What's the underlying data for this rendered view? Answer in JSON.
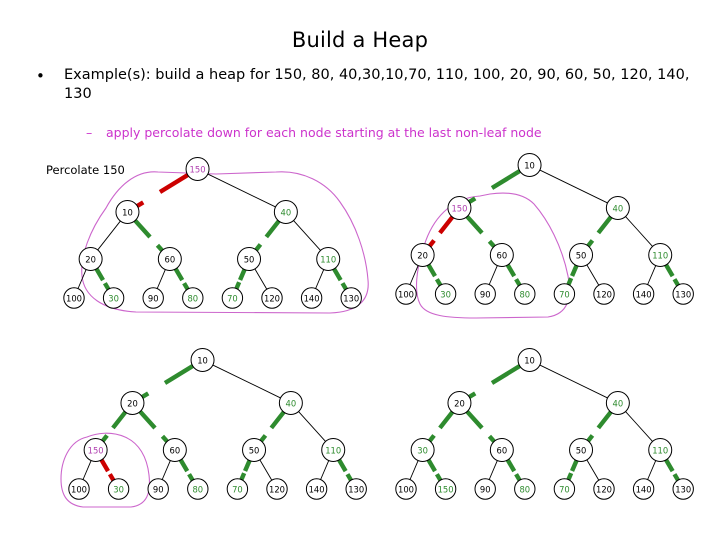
{
  "slide": {
    "title": "Build a Heap",
    "bullet_marker": "•",
    "bullet_text": "Example(s): build a heap for 150, 80, 40,30,10,70, 110, 100, 20, 90, 60, 50, 120, 140, 130",
    "sub_marker": "–",
    "sub_text": "apply percolate down for each node starting at the last non-leaf node",
    "input_sequence": [
      150,
      80,
      40,
      30,
      10,
      70,
      110,
      100,
      20,
      90,
      60,
      50,
      120,
      140,
      130
    ]
  },
  "colors": {
    "heading": "#000000",
    "accent_purple": "#cc33cc",
    "lasso_purple": "#CC66CC",
    "node_purple_text": "#B040B0",
    "node_green_text": "#2E8B2E",
    "edge_green": "#2E8B2E",
    "edge_red": "#CC0000",
    "edge_black": "#000000",
    "node_fill": "#FFFFFF"
  },
  "trees": [
    {
      "id": "tree-top-left",
      "caption": "Percolate 150",
      "has_lasso": true,
      "lasso_scope": "whole-tree",
      "nodes": [
        {
          "label": "150",
          "color": "purple",
          "level": 0,
          "index": 0
        },
        {
          "label": "10",
          "color": "black",
          "level": 1,
          "index": 0
        },
        {
          "label": "40",
          "color": "green",
          "level": 1,
          "index": 1
        },
        {
          "label": "20",
          "color": "black",
          "level": 2,
          "index": 0
        },
        {
          "label": "60",
          "color": "black",
          "level": 2,
          "index": 1
        },
        {
          "label": "50",
          "color": "black",
          "level": 2,
          "index": 2
        },
        {
          "label": "110",
          "color": "green",
          "level": 2,
          "index": 3
        },
        {
          "label": "100",
          "color": "black",
          "level": 3,
          "index": 0
        },
        {
          "label": "30",
          "color": "green",
          "level": 3,
          "index": 1
        },
        {
          "label": "90",
          "color": "black",
          "level": 3,
          "index": 2
        },
        {
          "label": "80",
          "color": "green",
          "level": 3,
          "index": 3
        },
        {
          "label": "70",
          "color": "green",
          "level": 3,
          "index": 4
        },
        {
          "label": "120",
          "color": "black",
          "level": 3,
          "index": 5
        },
        {
          "label": "140",
          "color": "black",
          "level": 3,
          "index": 6
        },
        {
          "label": "130",
          "color": "black",
          "level": 3,
          "index": 7
        }
      ],
      "edges": [
        {
          "from": "150",
          "to": "10",
          "style": "red"
        },
        {
          "from": "150",
          "to": "40",
          "style": "black"
        },
        {
          "from": "10",
          "to": "20",
          "style": "black"
        },
        {
          "from": "10",
          "to": "60",
          "style": "green"
        },
        {
          "from": "40",
          "to": "50",
          "style": "green"
        },
        {
          "from": "40",
          "to": "110",
          "style": "black"
        },
        {
          "from": "20",
          "to": "100",
          "style": "black"
        },
        {
          "from": "20",
          "to": "30",
          "style": "green"
        },
        {
          "from": "60",
          "to": "90",
          "style": "black"
        },
        {
          "from": "60",
          "to": "80",
          "style": "green"
        },
        {
          "from": "50",
          "to": "70",
          "style": "green"
        },
        {
          "from": "50",
          "to": "120",
          "style": "black"
        },
        {
          "from": "110",
          "to": "140",
          "style": "black"
        },
        {
          "from": "110",
          "to": "130",
          "style": "green"
        }
      ]
    },
    {
      "id": "tree-top-right",
      "caption": "",
      "has_lasso": true,
      "lasso_scope": "left-subtree",
      "nodes": [
        {
          "label": "10",
          "color": "black",
          "level": 0,
          "index": 0
        },
        {
          "label": "150",
          "color": "purple",
          "level": 1,
          "index": 0
        },
        {
          "label": "40",
          "color": "green",
          "level": 1,
          "index": 1
        },
        {
          "label": "20",
          "color": "black",
          "level": 2,
          "index": 0
        },
        {
          "label": "60",
          "color": "black",
          "level": 2,
          "index": 1
        },
        {
          "label": "50",
          "color": "black",
          "level": 2,
          "index": 2
        },
        {
          "label": "110",
          "color": "green",
          "level": 2,
          "index": 3
        },
        {
          "label": "100",
          "color": "black",
          "level": 3,
          "index": 0
        },
        {
          "label": "30",
          "color": "green",
          "level": 3,
          "index": 1
        },
        {
          "label": "90",
          "color": "black",
          "level": 3,
          "index": 2
        },
        {
          "label": "80",
          "color": "green",
          "level": 3,
          "index": 3
        },
        {
          "label": "70",
          "color": "green",
          "level": 3,
          "index": 4
        },
        {
          "label": "120",
          "color": "black",
          "level": 3,
          "index": 5
        },
        {
          "label": "140",
          "color": "black",
          "level": 3,
          "index": 6
        },
        {
          "label": "130",
          "color": "black",
          "level": 3,
          "index": 7
        }
      ],
      "edges": [
        {
          "from": "10",
          "to": "150",
          "style": "green"
        },
        {
          "from": "10",
          "to": "40",
          "style": "black"
        },
        {
          "from": "150",
          "to": "20",
          "style": "red"
        },
        {
          "from": "150",
          "to": "60",
          "style": "green"
        },
        {
          "from": "40",
          "to": "50",
          "style": "green"
        },
        {
          "from": "40",
          "to": "110",
          "style": "black"
        },
        {
          "from": "20",
          "to": "100",
          "style": "black"
        },
        {
          "from": "20",
          "to": "30",
          "style": "green"
        },
        {
          "from": "60",
          "to": "90",
          "style": "black"
        },
        {
          "from": "60",
          "to": "80",
          "style": "green"
        },
        {
          "from": "50",
          "to": "70",
          "style": "green"
        },
        {
          "from": "50",
          "to": "120",
          "style": "black"
        },
        {
          "from": "110",
          "to": "140",
          "style": "black"
        },
        {
          "from": "110",
          "to": "130",
          "style": "green"
        }
      ]
    },
    {
      "id": "tree-bottom-left",
      "caption": "",
      "has_lasso": true,
      "lasso_scope": "node-150-subtree",
      "nodes": [
        {
          "label": "10",
          "color": "black",
          "level": 0,
          "index": 0
        },
        {
          "label": "20",
          "color": "black",
          "level": 1,
          "index": 0
        },
        {
          "label": "40",
          "color": "green",
          "level": 1,
          "index": 1
        },
        {
          "label": "150",
          "color": "purple",
          "level": 2,
          "index": 0
        },
        {
          "label": "60",
          "color": "black",
          "level": 2,
          "index": 1
        },
        {
          "label": "50",
          "color": "black",
          "level": 2,
          "index": 2
        },
        {
          "label": "110",
          "color": "green",
          "level": 2,
          "index": 3
        },
        {
          "label": "100",
          "color": "black",
          "level": 3,
          "index": 0
        },
        {
          "label": "30",
          "color": "green",
          "level": 3,
          "index": 1
        },
        {
          "label": "90",
          "color": "black",
          "level": 3,
          "index": 2
        },
        {
          "label": "80",
          "color": "green",
          "level": 3,
          "index": 3
        },
        {
          "label": "70",
          "color": "green",
          "level": 3,
          "index": 4
        },
        {
          "label": "120",
          "color": "black",
          "level": 3,
          "index": 5
        },
        {
          "label": "140",
          "color": "black",
          "level": 3,
          "index": 6
        },
        {
          "label": "130",
          "color": "black",
          "level": 3,
          "index": 7
        }
      ],
      "edges": [
        {
          "from": "10",
          "to": "20",
          "style": "green"
        },
        {
          "from": "10",
          "to": "40",
          "style": "black"
        },
        {
          "from": "20",
          "to": "150",
          "style": "green"
        },
        {
          "from": "20",
          "to": "60",
          "style": "green"
        },
        {
          "from": "40",
          "to": "50",
          "style": "green"
        },
        {
          "from": "40",
          "to": "110",
          "style": "black"
        },
        {
          "from": "150",
          "to": "100",
          "style": "black"
        },
        {
          "from": "150",
          "to": "30",
          "style": "red"
        },
        {
          "from": "60",
          "to": "90",
          "style": "black"
        },
        {
          "from": "60",
          "to": "80",
          "style": "green"
        },
        {
          "from": "50",
          "to": "70",
          "style": "green"
        },
        {
          "from": "50",
          "to": "120",
          "style": "black"
        },
        {
          "from": "110",
          "to": "140",
          "style": "black"
        },
        {
          "from": "110",
          "to": "130",
          "style": "green"
        }
      ]
    },
    {
      "id": "tree-bottom-right",
      "caption": "",
      "has_lasso": false,
      "lasso_scope": "none",
      "nodes": [
        {
          "label": "10",
          "color": "black",
          "level": 0,
          "index": 0
        },
        {
          "label": "20",
          "color": "black",
          "level": 1,
          "index": 0
        },
        {
          "label": "40",
          "color": "green",
          "level": 1,
          "index": 1
        },
        {
          "label": "30",
          "color": "green",
          "level": 2,
          "index": 0
        },
        {
          "label": "60",
          "color": "black",
          "level": 2,
          "index": 1
        },
        {
          "label": "50",
          "color": "black",
          "level": 2,
          "index": 2
        },
        {
          "label": "110",
          "color": "green",
          "level": 2,
          "index": 3
        },
        {
          "label": "100",
          "color": "black",
          "level": 3,
          "index": 0
        },
        {
          "label": "150",
          "color": "green",
          "level": 3,
          "index": 1
        },
        {
          "label": "90",
          "color": "black",
          "level": 3,
          "index": 2
        },
        {
          "label": "80",
          "color": "green",
          "level": 3,
          "index": 3
        },
        {
          "label": "70",
          "color": "green",
          "level": 3,
          "index": 4
        },
        {
          "label": "120",
          "color": "black",
          "level": 3,
          "index": 5
        },
        {
          "label": "140",
          "color": "black",
          "level": 3,
          "index": 6
        },
        {
          "label": "130",
          "color": "black",
          "level": 3,
          "index": 7
        }
      ],
      "edges": [
        {
          "from": "10",
          "to": "20",
          "style": "green"
        },
        {
          "from": "10",
          "to": "40",
          "style": "black"
        },
        {
          "from": "20",
          "to": "30",
          "style": "green"
        },
        {
          "from": "20",
          "to": "60",
          "style": "green"
        },
        {
          "from": "40",
          "to": "50",
          "style": "green"
        },
        {
          "from": "40",
          "to": "110",
          "style": "black"
        },
        {
          "from": "30",
          "to": "100",
          "style": "black"
        },
        {
          "from": "30",
          "to": "150",
          "style": "green"
        },
        {
          "from": "60",
          "to": "90",
          "style": "black"
        },
        {
          "from": "60",
          "to": "80",
          "style": "green"
        },
        {
          "from": "50",
          "to": "70",
          "style": "green"
        },
        {
          "from": "50",
          "to": "120",
          "style": "black"
        },
        {
          "from": "110",
          "to": "140",
          "style": "black"
        },
        {
          "from": "110",
          "to": "130",
          "style": "green"
        }
      ]
    }
  ]
}
